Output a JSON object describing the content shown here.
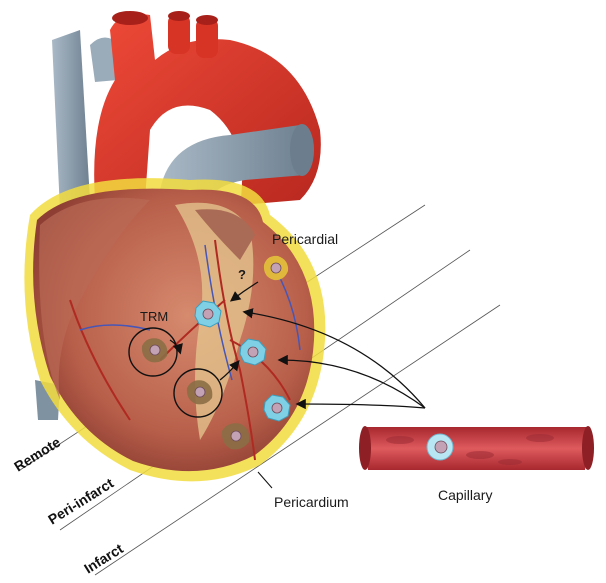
{
  "labels": {
    "pericardial": "Pericardial",
    "trm": "TRM",
    "question": "?",
    "pericardium": "Pericardium",
    "capillary": "Capillary"
  },
  "zones": [
    "Remote",
    "Peri-infarct",
    "Infarct"
  ],
  "colors": {
    "aorta": "#d93a2b",
    "vena_cava": "#8fa3b3",
    "myocardium": "#c8735c",
    "fat": "#e2c48a",
    "pericardium_glow": "#f4e04a",
    "pericardial_cell": "#e0b93c",
    "monocyte": "#7fd0e4",
    "macrophage": "#9b7a4a",
    "capillary": "#c9424a"
  }
}
